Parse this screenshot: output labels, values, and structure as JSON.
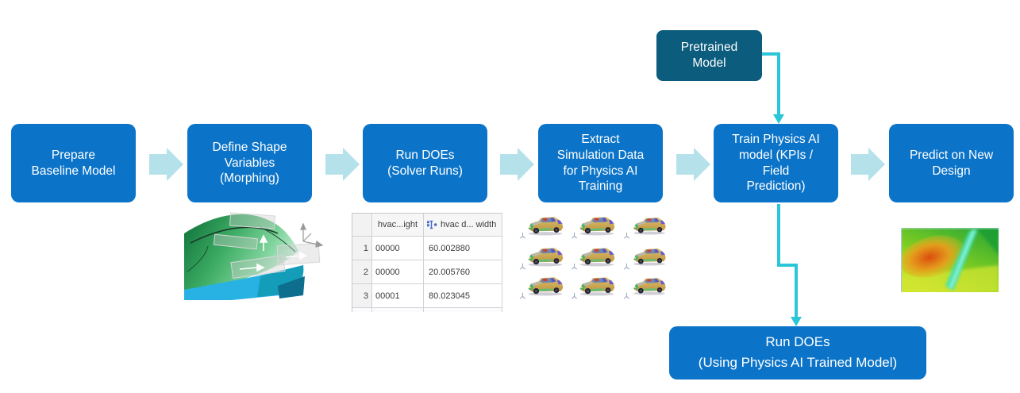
{
  "colors": {
    "step_box_blue": "#0c74c8",
    "pretrained_teal_dark": "#0b5c7d",
    "flow_arrow_light_blue": "#b5e2ea",
    "connector_teal": "#2bc6d8"
  },
  "steps": [
    {
      "label": "Prepare\nBaseline Model"
    },
    {
      "label": "Define Shape\nVariables\n(Morphing)"
    },
    {
      "label": "Run DOEs\n(Solver Runs)"
    },
    {
      "label": "Extract\nSimulation Data\nfor Physics AI\nTraining"
    },
    {
      "label": "Train Physics AI\nmodel (KPIs /\nField\nPrediction)"
    },
    {
      "label": "Predict on New\nDesign"
    }
  ],
  "pretrained": {
    "label": "Pretrained\nModel"
  },
  "run_does": {
    "line1": "Run DOEs",
    "line2": "(Using Physics AI Trained Model)"
  },
  "doe_table": {
    "columns": [
      {
        "label": "hvac...ight"
      },
      {
        "label": "hvac d... width"
      }
    ],
    "rows": [
      {
        "index": "1",
        "height": "00000",
        "width": "60.002880"
      },
      {
        "index": "2",
        "height": "00000",
        "width": "20.005760"
      },
      {
        "index": "3",
        "height": "00001",
        "width": "80.023045"
      }
    ]
  },
  "icons": {
    "flow_arrow": "right-block-arrow",
    "table_header": "column-selection-icon",
    "car_axes": "axis-triad-icon"
  }
}
